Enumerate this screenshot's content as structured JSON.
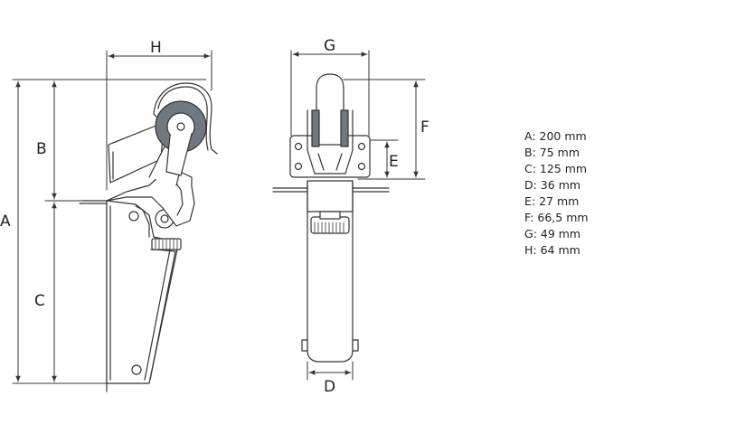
{
  "dimension_labels": {
    "a": "A",
    "b": "B",
    "c": "C",
    "d": "D",
    "e": "E",
    "f": "F",
    "g": "G",
    "h": "H"
  },
  "specs": [
    "A: 200 mm",
    "B: 75 mm",
    "C: 125 mm",
    "D: 36 mm",
    "E: 27 mm",
    "F: 66,5 mm",
    "G: 49 mm",
    "H: 64 mm"
  ],
  "colors": {
    "line": "#333333",
    "roller": "#707880",
    "fill": "#ffffff"
  }
}
